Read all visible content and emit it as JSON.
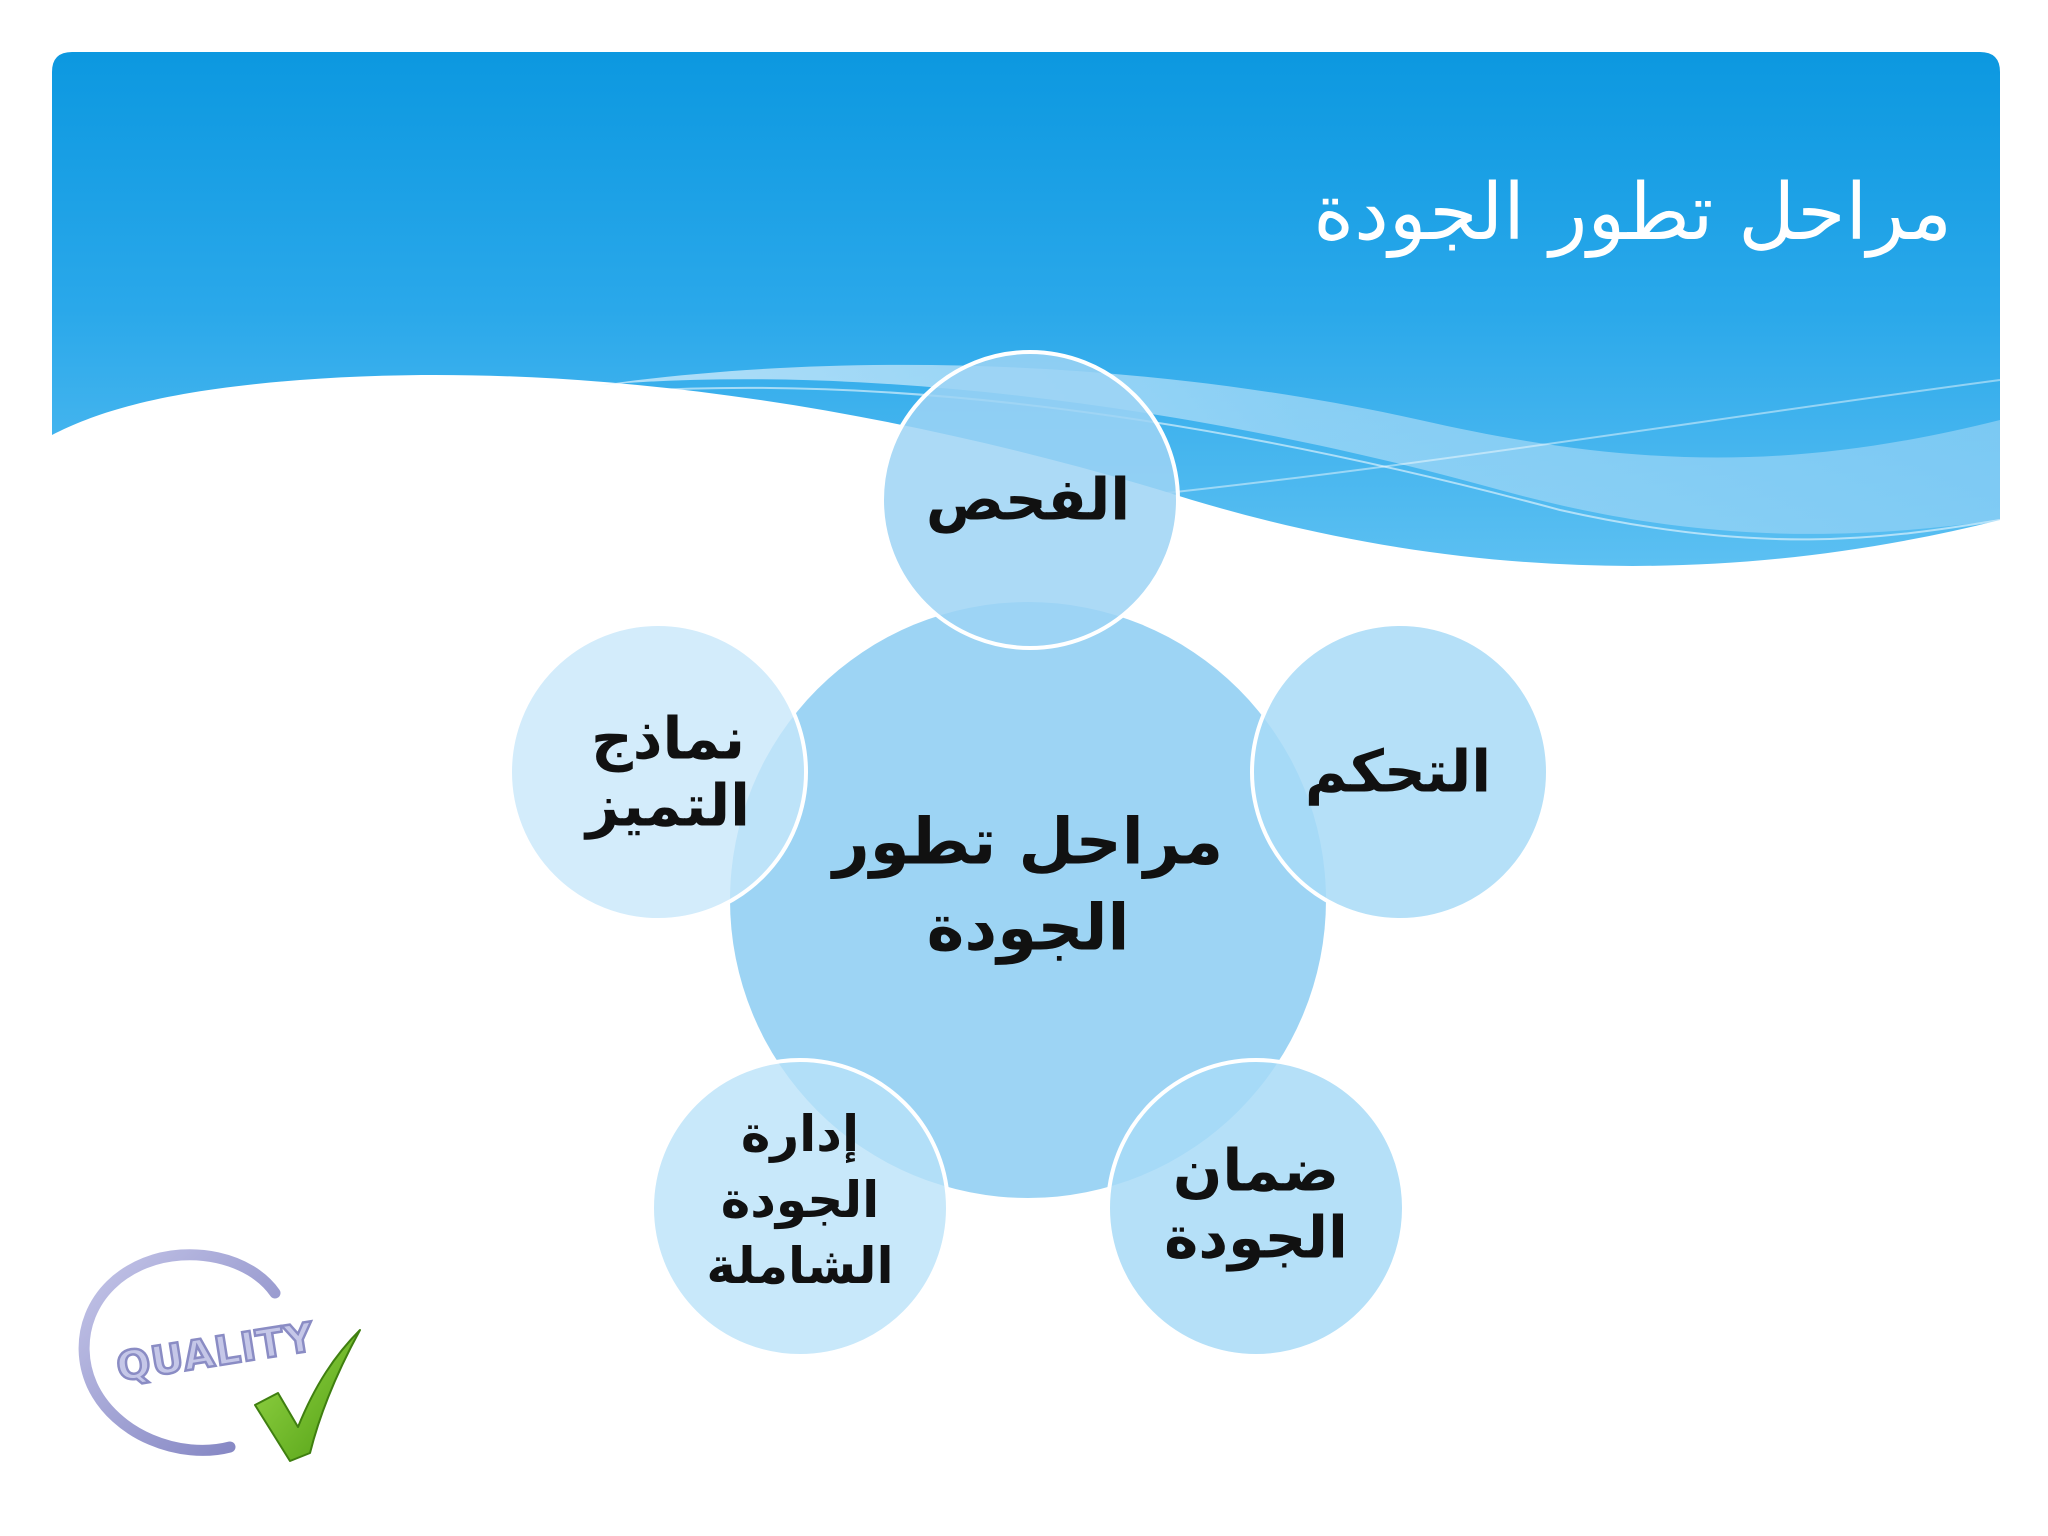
{
  "slide": {
    "title": "مراحل تطور الجودة",
    "colors": {
      "banner_top": "#0c98e0",
      "banner_mid": "#3bb1ee",
      "wave_light": "#a9dcf8",
      "circle_center": "#8fcef2",
      "circle_outer": "#b4dff7",
      "circle_outline": "#ffffff"
    }
  },
  "diagram": {
    "center": {
      "lines": [
        "مراحل تطور",
        "الجودة"
      ]
    },
    "nodes": [
      {
        "key": "inspection",
        "lines": [
          "الفحص"
        ]
      },
      {
        "key": "control",
        "lines": [
          "التحكم"
        ]
      },
      {
        "key": "assurance",
        "lines": [
          "ضمان",
          "الجودة"
        ]
      },
      {
        "key": "tqm",
        "lines": [
          "إدارة",
          "الجودة",
          "الشاملة"
        ]
      },
      {
        "key": "excellence",
        "lines": [
          "نماذج",
          "التميز"
        ]
      }
    ]
  },
  "logo": {
    "text": "QUALITY",
    "icon": "checkmark-icon",
    "colors": {
      "ring": "#8d8fc9",
      "text": "#b9bbe0",
      "check": "#6fbf1e"
    }
  }
}
